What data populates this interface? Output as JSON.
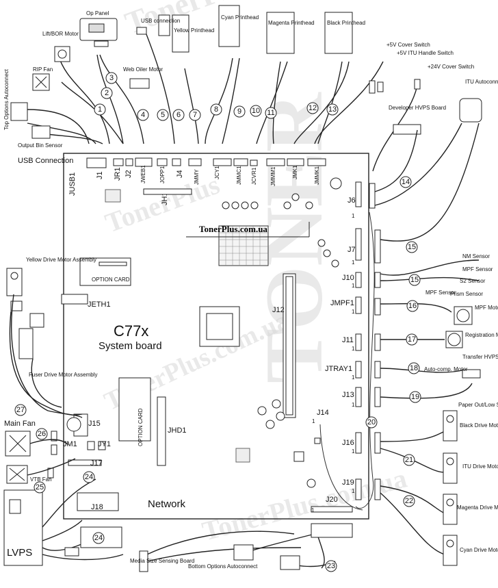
{
  "watermark": {
    "brand": "TonerPlus",
    "url": "TonerPlus.com.ua",
    "mark": "TONER"
  },
  "board": {
    "title": "C77x",
    "subtitle": "System board",
    "network": "Network",
    "option_card": "OPTION CARD",
    "option_card_vert": "OPTION CARD",
    "usb_connection": "USB Connection"
  },
  "connectors": {
    "jusb1": "JUSB1",
    "j1": "J1",
    "jr1": "JR1",
    "j2": "J2",
    "jweb1": "JWEB1",
    "jopp1": "JOPP1",
    "j4": "J4",
    "jmmy": "JMMY",
    "jcy1": "JCY1",
    "jmmc1": "JMMC1",
    "jcvr1": "JCVR1",
    "jmmm1": "JMMM1",
    "jmk1": "JMK1",
    "jmmk1": "JMMK1",
    "jh1": "JH1",
    "j6": "J6",
    "j7": "J7",
    "j10": "J10",
    "jmpf1": "JMPF1",
    "j11": "J11",
    "jtray1": "JTRAY1",
    "j13": "J13",
    "j14": "J14",
    "j16": "J16",
    "j19": "J19",
    "j20": "J20",
    "j12": "J12",
    "jeth1": "JETH1",
    "j15": "J15",
    "jm1": "JM1",
    "jy1": "JY1",
    "j17": "J17",
    "j18": "J18",
    "jhd1": "JHD1",
    "pin_one": "1"
  },
  "components": {
    "op_panel": "Op Panel",
    "usb_connection_top": "USB connection",
    "lift_bor_motor": "Lift/BOR Motor",
    "yellow_printhead": "Yellow Printhead",
    "cyan_printhead": "Cyan Printhead",
    "magenta_printhead": "Magenta Printhead",
    "black_printhead": "Black Printhead",
    "plus5v_cover": "+5V Cover Switch",
    "plus5v_itu": "+5V ITU Handle Switch",
    "plus24v_cover": "+24V Cover Switch",
    "rip_fan": "RIP Fan",
    "top_options": "Top Options Autoconnect",
    "web_oiler": "Web Oiler Motor",
    "itu_autoconnect": "ITU Autoconnect",
    "developer_hvps": "Developer HVPS Board",
    "output_bin_sensor": "Output Bin Sensor",
    "nm_sensor": "NM Sensor",
    "mpf_sensor_r": "MPF Sensor",
    "s2_sensor": "S2 Sensor",
    "prism_sensor": "Prism Sensor",
    "mpf_sensor_l": "MPF Sensor",
    "mpf_motor": "MPF Motor",
    "registration_motor": "Registration Motor",
    "transfer_hvps": "Transfer HVPS",
    "autocomp_motor": "Auto-comp. Motor",
    "paper_out_low": "Paper Out/Low Sensor",
    "black_drive": "Black Drive Motor Assembly",
    "itu_drive": "ITU Drive Motor Assembly",
    "magenta_drive": "Magenta Drive Motor Assembly",
    "cyan_drive": "Cyan Drive Motor Assembly",
    "yellow_drive": "Yellow Drive Motor Assembly",
    "fuser_drive": "Fuser Drive Motor Assembly",
    "main_fan": "Main Fan",
    "vtb_fan": "VTB Fan",
    "lvps": "LVPS",
    "media_size": "Media Size Sensing Board",
    "bottom_options": "Bottom Options Autoconnect"
  },
  "callouts": [
    "1",
    "2",
    "3",
    "4",
    "5",
    "6",
    "7",
    "8",
    "9",
    "10",
    "11",
    "12",
    "13",
    "14",
    "15",
    "15",
    "16",
    "17",
    "18",
    "19",
    "20",
    "21",
    "22",
    "23",
    "24",
    "24",
    "25",
    "26",
    "27"
  ]
}
